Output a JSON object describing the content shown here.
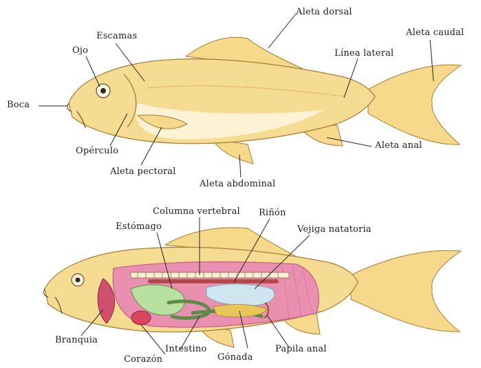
{
  "colors": {
    "body": "#f5dc92",
    "belly": "#fdf3d4",
    "fin": "#f6d98a",
    "fin_ray": "#d9a94d",
    "outline": "#a57a30",
    "cavity": "#e98fb0",
    "cavity_dark": "#c65b86",
    "intestine": "#b8e0a0",
    "bladder": "#cfe6f0",
    "heart": "#d9465f",
    "gill": "#d05070",
    "label_line": "#222222"
  },
  "external": {
    "boca": "Boca",
    "ojo": "Ojo",
    "escamas": "Escamas",
    "aleta_dorsal": "Aleta dorsal",
    "aleta_caudal": "Aleta caudal",
    "linea_lateral": "Línea lateral",
    "operculo": "Opérculo",
    "aleta_pectoral": "Aleta pectoral",
    "aleta_abdominal": "Aleta abdominal",
    "aleta_anal": "Aleta anal"
  },
  "internal": {
    "columna": "Columna vertebral",
    "rinon": "Riñón",
    "estomago": "Estómago",
    "vejiga": "Vejiga natatoria",
    "branquia": "Branquia",
    "intestino": "Intestino",
    "papila": "Papila anal",
    "corazon": "Corazón",
    "gonada": "Gónada"
  }
}
